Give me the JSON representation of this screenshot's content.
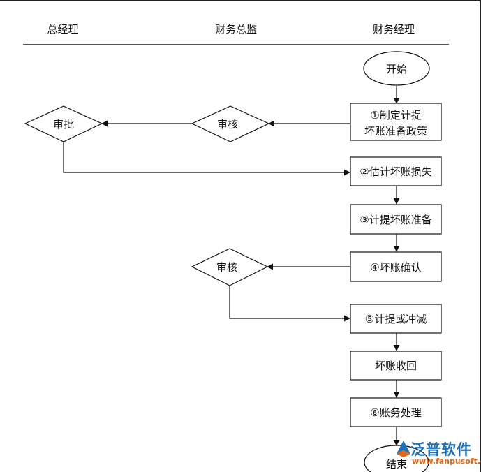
{
  "lanes": {
    "general_manager": "总经理",
    "finance_director": "财务总监",
    "finance_manager": "财务经理"
  },
  "nodes": {
    "start": "开始",
    "step1_line1": "①制定计提",
    "step1_line2": "坏账准备政策",
    "approve": "审批",
    "review1": "审核",
    "step2": "②估计坏账损失",
    "step3": "③计提坏账准备",
    "step4": "④坏账确认",
    "review2": "审核",
    "step5": "⑤计提或冲减",
    "recovery": "坏账收回",
    "step6": "⑥账务处理",
    "end": "结束"
  },
  "watermark": {
    "brand": "泛普软件",
    "url": "www.fanpusoft.com",
    "brand_color": "#1d6fb8",
    "url_color": "#e06a1a"
  }
}
